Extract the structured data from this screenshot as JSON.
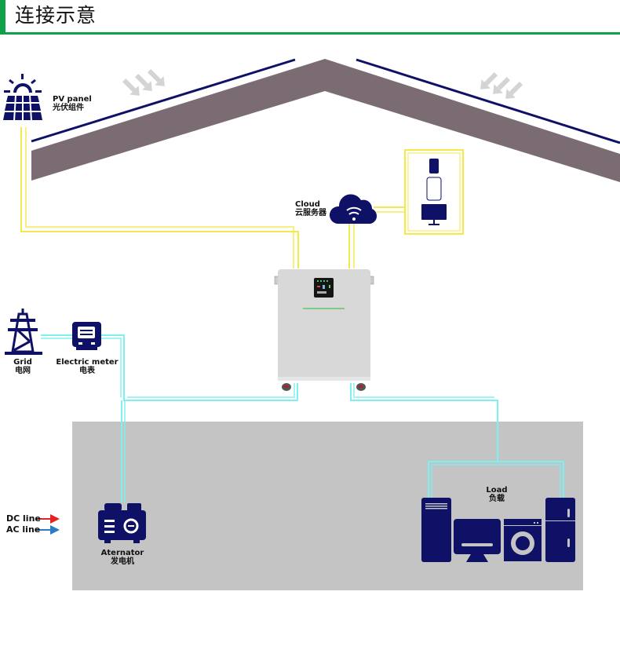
{
  "header": {
    "title": "连接示意",
    "accent_color": "#11a04a"
  },
  "colors": {
    "roof": "#7b6b72",
    "roof_edge": "#0e1166",
    "icon": "#0e1166",
    "dc_wire": "#f5e94a",
    "ac_wire": "#7ff0f0",
    "ground_area": "#c4c4c4",
    "inverter_body": "#d8d8d8",
    "arrow_sun": "#d4d4d4",
    "dc_legend": "#e52222",
    "ac_legend": "#2a7ac8"
  },
  "nodes": {
    "pv": {
      "label_en": "PV panel",
      "label_cn": "光伏组件",
      "icon": "solar-panel-icon"
    },
    "cloud": {
      "label_en": "Cloud",
      "label_cn": "云服务器",
      "icon": "cloud-wifi-icon"
    },
    "devices": {
      "icons": [
        "phone-icon",
        "tablet-icon",
        "monitor-icon"
      ]
    },
    "inverter": {
      "icon": "hybrid-inverter-icon"
    },
    "grid": {
      "label_en": "Grid",
      "label_cn": "电网",
      "icon": "power-tower-icon"
    },
    "meter": {
      "label_en": "Electric meter",
      "label_cn": "电表",
      "icon": "electric-meter-icon"
    },
    "generator": {
      "label_en": "Aternator",
      "label_cn": "发电机",
      "icon": "generator-icon"
    },
    "load": {
      "label_en": "Load",
      "label_cn": "负载",
      "icons": [
        "pc-tower-icon",
        "tv-icon",
        "washing-machine-icon",
        "fridge-icon"
      ]
    }
  },
  "legend": [
    {
      "label": "DC line",
      "color": "#e52222"
    },
    {
      "label": "AC line",
      "color": "#2a7ac8"
    }
  ]
}
